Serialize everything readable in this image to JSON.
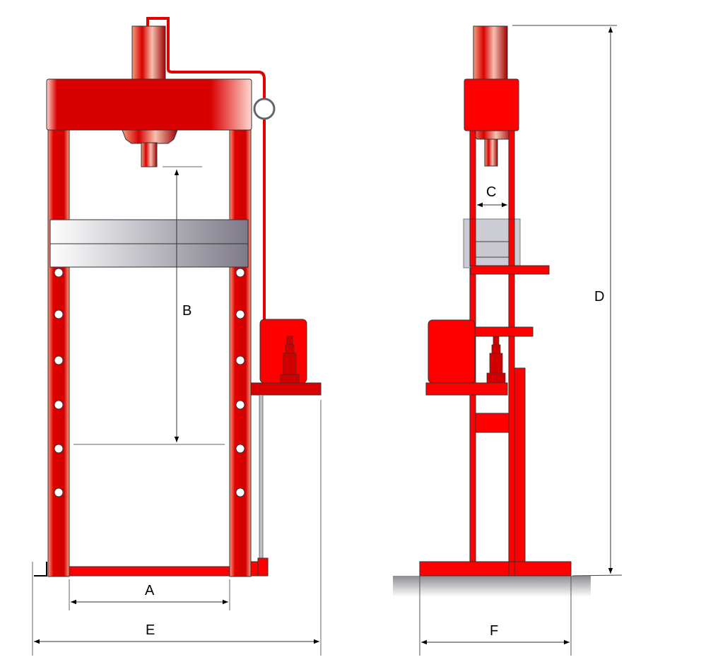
{
  "diagram": {
    "title": "Hydraulic workshop press dimensions",
    "views": [
      "front-view",
      "side-view"
    ],
    "dimension_labels": {
      "A": "A",
      "B": "B",
      "C": "C",
      "D": "D",
      "E": "E",
      "F": "F"
    },
    "dimension_meaning": {
      "A": "inner width between columns",
      "B": "ram-to-bed working height",
      "C": "column depth / gap",
      "D": "overall height",
      "E": "overall width",
      "F": "base depth"
    },
    "colors": {
      "frame_red": "#e00000",
      "bright_red": "#ff0000",
      "bed_gray": "#c8c8d0",
      "floor_gray": "#9a98a0",
      "dim_line": "#555555"
    },
    "column_holes_count": 6
  }
}
